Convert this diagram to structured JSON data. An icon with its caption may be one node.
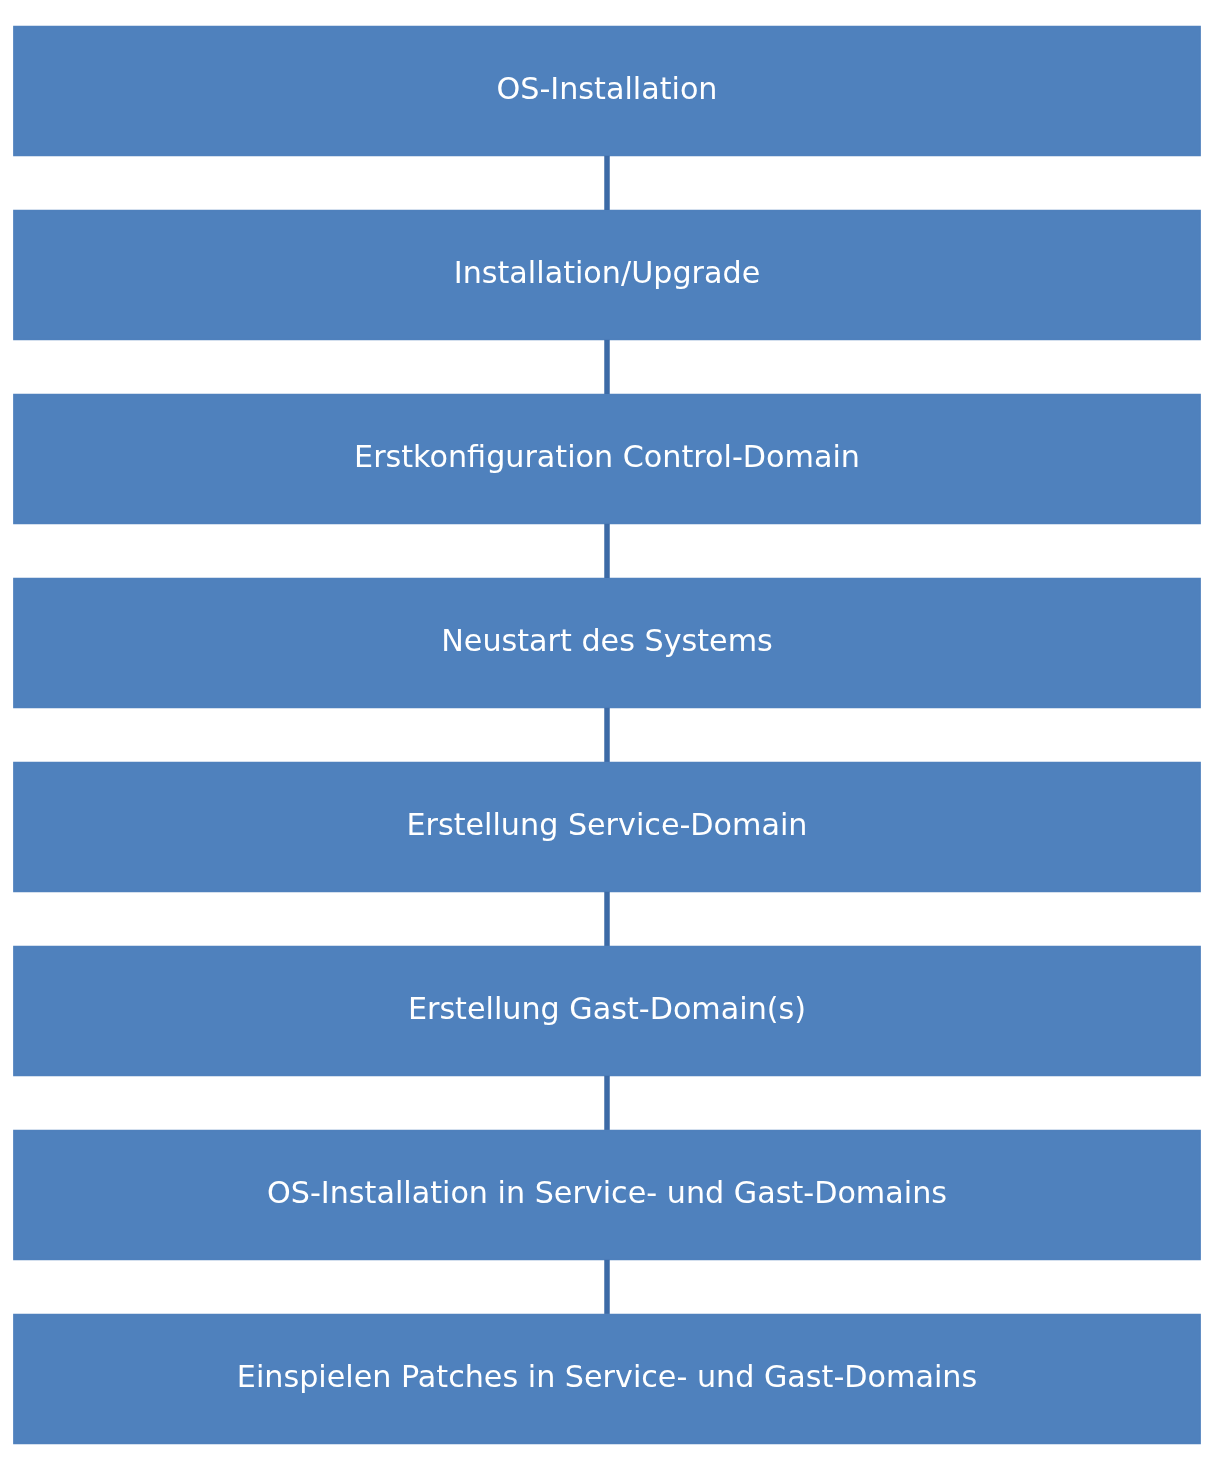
{
  "diagram": {
    "nodes": [
      {
        "text": [
          "OS-Installation"
        ]
      },
      {
        "text": [
          "Installation/Upgrade"
        ]
      },
      {
        "text": [
          "Erstkonfiguration Control-Domain"
        ]
      },
      {
        "text": [
          "Neustart des Systems"
        ]
      },
      {
        "text": [
          "Erstellung Service-Domain"
        ]
      },
      {
        "text": [
          "Erstellung Gast-Domain(s)"
        ]
      },
      {
        "text": [
          "OS-Installation in Service- und Gast-Domains"
        ]
      },
      {
        "text": [
          "Einspielen Patches in Service- und Gast-Domains"
        ]
      }
    ],
    "edges": [
      {
        "from": 0,
        "to": 1,
        "arrow": "none"
      },
      {
        "from": 1,
        "to": 2,
        "arrow": "none"
      },
      {
        "from": 2,
        "to": 3,
        "arrow": "none"
      },
      {
        "from": 3,
        "to": 4,
        "arrow": "none"
      },
      {
        "from": 4,
        "to": 5,
        "arrow": "none"
      },
      {
        "from": 5,
        "to": 6,
        "arrow": "none"
      },
      {
        "from": 6,
        "to": 7,
        "arrow": "none"
      }
    ]
  }
}
